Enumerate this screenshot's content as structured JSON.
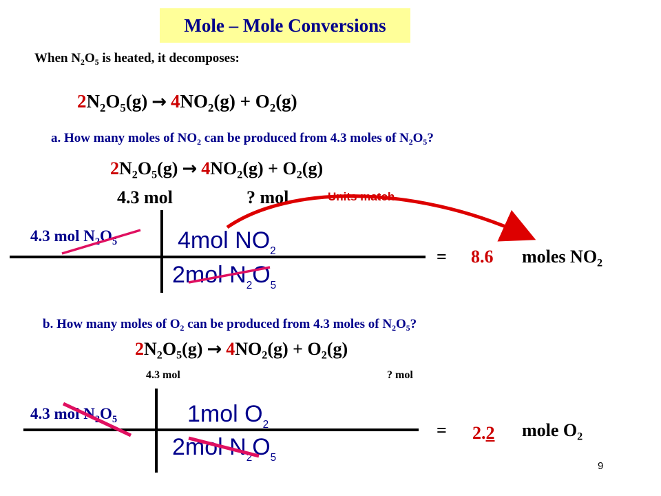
{
  "title": "Mole – Mole Conversions",
  "intro": {
    "before": "When N",
    "s1": "2",
    "mid": "O",
    "s2": "5",
    "after": " is heated, it decomposes:"
  },
  "equation": {
    "c1": "2",
    "n": "N",
    "n_sub": "2",
    "o": "O",
    "o_sub": "5",
    "state1": "(g)",
    "arrow": "→",
    "c2": "4",
    "no": "NO",
    "no_sub": "2",
    "state2": "(g)",
    "plus": "+",
    "o2": "O",
    "o2_sub": "2",
    "state3": "(g)"
  },
  "part_a": {
    "question": {
      "p1": "a. How many moles of NO",
      "s1": "2",
      "p2": " can be produced from 4.3 moles of N",
      "s2": "2",
      "p3": "O",
      "s3": "5",
      "p4": "?"
    },
    "given_mol": "4.3 mol",
    "unknown_mol": "? mol",
    "note": "Units match",
    "left": {
      "text": "4.3 mol N",
      "s1": "2",
      "o": "O",
      "s2": "5"
    },
    "numerator": {
      "text": "4mol NO",
      "sub": "2"
    },
    "denominator": {
      "text": "2mol N",
      "s1": "2",
      "o": "O",
      "s2": "5"
    },
    "equals": "=",
    "answer": "8.6",
    "unit": {
      "text": "moles NO",
      "sub": "2"
    }
  },
  "part_b": {
    "question": {
      "p1": "b. How many moles of O",
      "s1": "2",
      "p2": " can be produced from 4.3 moles of N",
      "s2": "2",
      "p3": "O",
      "s3": "5",
      "p4": "?"
    },
    "given_mol": "4.3 mol",
    "unknown_mol": "? mol",
    "left": {
      "text": "4.3 mol N",
      "s1": "2",
      "o": "O",
      "s2": "5"
    },
    "numerator": {
      "text": "1mol O",
      "sub": "2"
    },
    "denominator": {
      "text": "2mol N",
      "s1": "2",
      "o": "O",
      "s2": "5"
    },
    "equals": "=",
    "answer_main": "2.",
    "answer_underlined": "2",
    "unit": {
      "text": "mole O",
      "sub": "2"
    }
  },
  "page_number": "9",
  "colors": {
    "title_bg": "#ffff99",
    "navy": "#00008b",
    "red": "#cc0000",
    "strike": "#e01060",
    "arrow_red": "#dd0000"
  }
}
